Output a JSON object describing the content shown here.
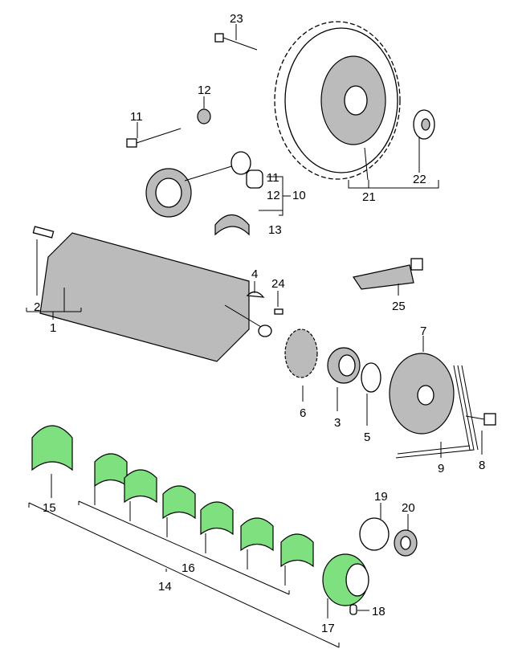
{
  "title": "Crankshaft, connecting rods and flywheel parts diagram",
  "callouts": {
    "p1": "1",
    "p2": "2",
    "p3": "3",
    "p4": "4",
    "p5": "5",
    "p6": "6",
    "p7": "7",
    "p8": "8",
    "p9": "9",
    "p10": "10",
    "p11a": "11",
    "p11b": "11",
    "p12a": "12",
    "p12b": "12",
    "p13": "13",
    "p14": "14",
    "p15": "15",
    "p16": "16",
    "p17": "17",
    "p18": "18",
    "p19": "19",
    "p20": "20",
    "p21": "21",
    "p22": "22",
    "p23": "23",
    "p24": "24",
    "p25": "25"
  },
  "colors": {
    "highlight": "#7ee07e",
    "line": "#000000"
  }
}
